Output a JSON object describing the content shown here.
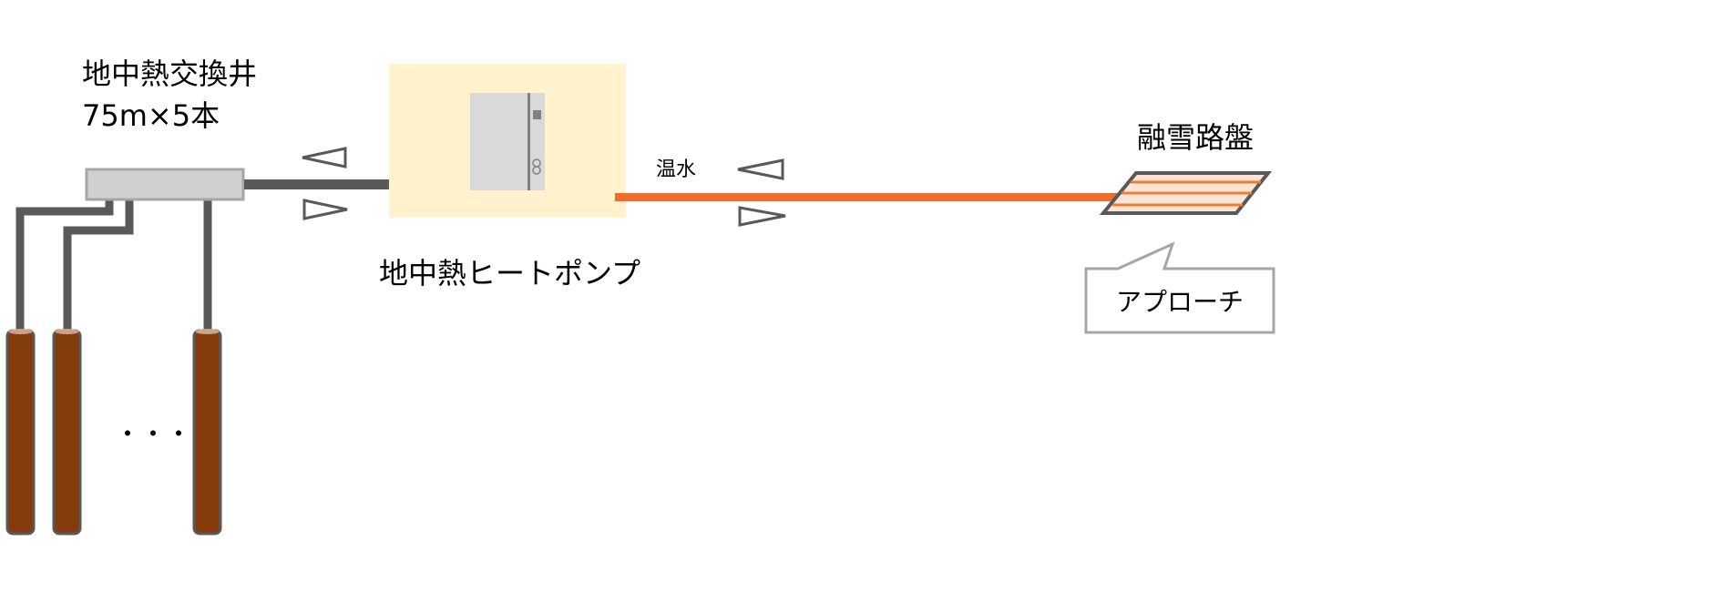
{
  "wells": {
    "title": "地中熱交換井",
    "spec": "75m×5本",
    "ellipsis": "・・・"
  },
  "heat_pump": {
    "label": "地中熱ヒートポンプ"
  },
  "hot_water": {
    "label": "温水"
  },
  "snow_melt": {
    "label": "融雪路盤",
    "callout": "アプローチ"
  },
  "colors": {
    "pipe": "#595959",
    "hot_pipe": "#f26b2a",
    "pump_bg": "#fff2cc",
    "well": "#843c0c",
    "pavement": "#fbe5d6"
  }
}
